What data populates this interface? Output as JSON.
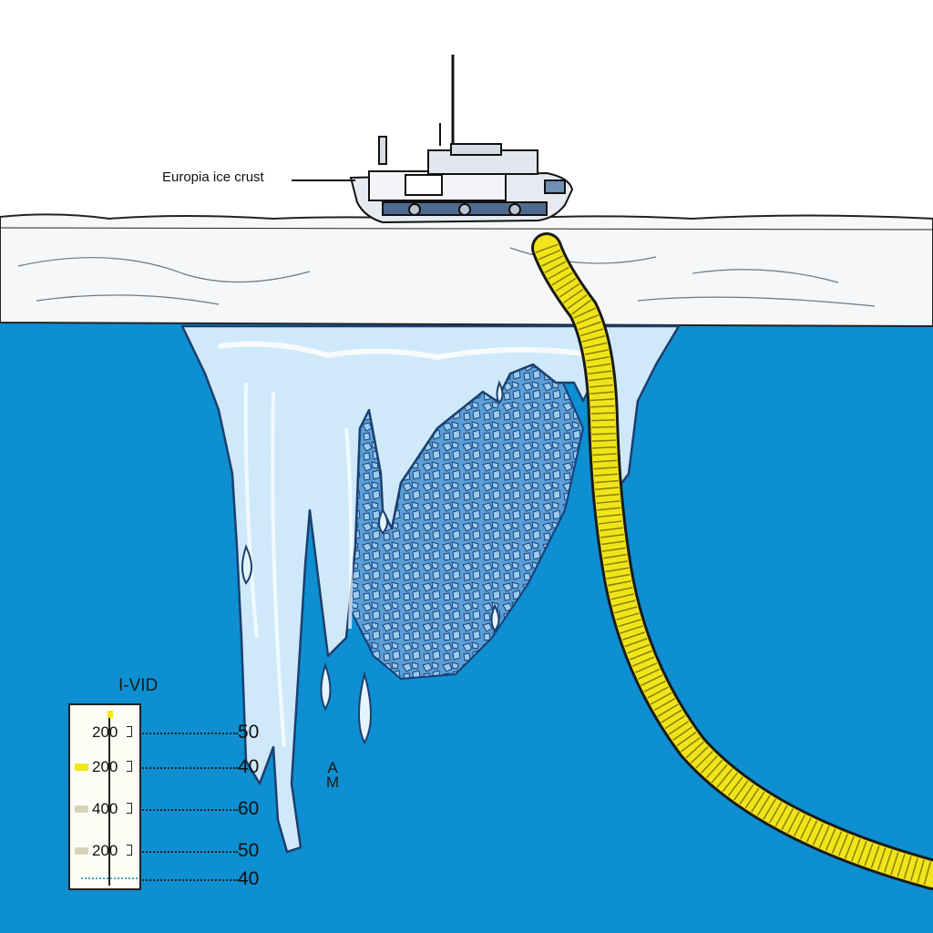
{
  "scene": {
    "crust_label": "Europia ice crust",
    "gauge_title": "I-VID",
    "probe_marker": "A\nM"
  },
  "gauge": {
    "rows": [
      {
        "value": "200",
        "swatch": "",
        "reading": "50"
      },
      {
        "value": "200",
        "swatch": "#f4e617",
        "reading": "40"
      },
      {
        "value": "400",
        "swatch": "#d6d4b6",
        "reading": "60"
      },
      {
        "value": "200",
        "swatch": "#d6d4b6",
        "reading": "50"
      },
      {
        "value": "",
        "swatch": "",
        "reading": "40"
      }
    ]
  },
  "colors": {
    "ocean": "#0d8fd1",
    "ice_surface": "#f5f7f8",
    "meltwater": "#cfe9fa",
    "rock": "#5b9fd6",
    "hose": "#f2e41a",
    "sky": "#ffffff"
  }
}
